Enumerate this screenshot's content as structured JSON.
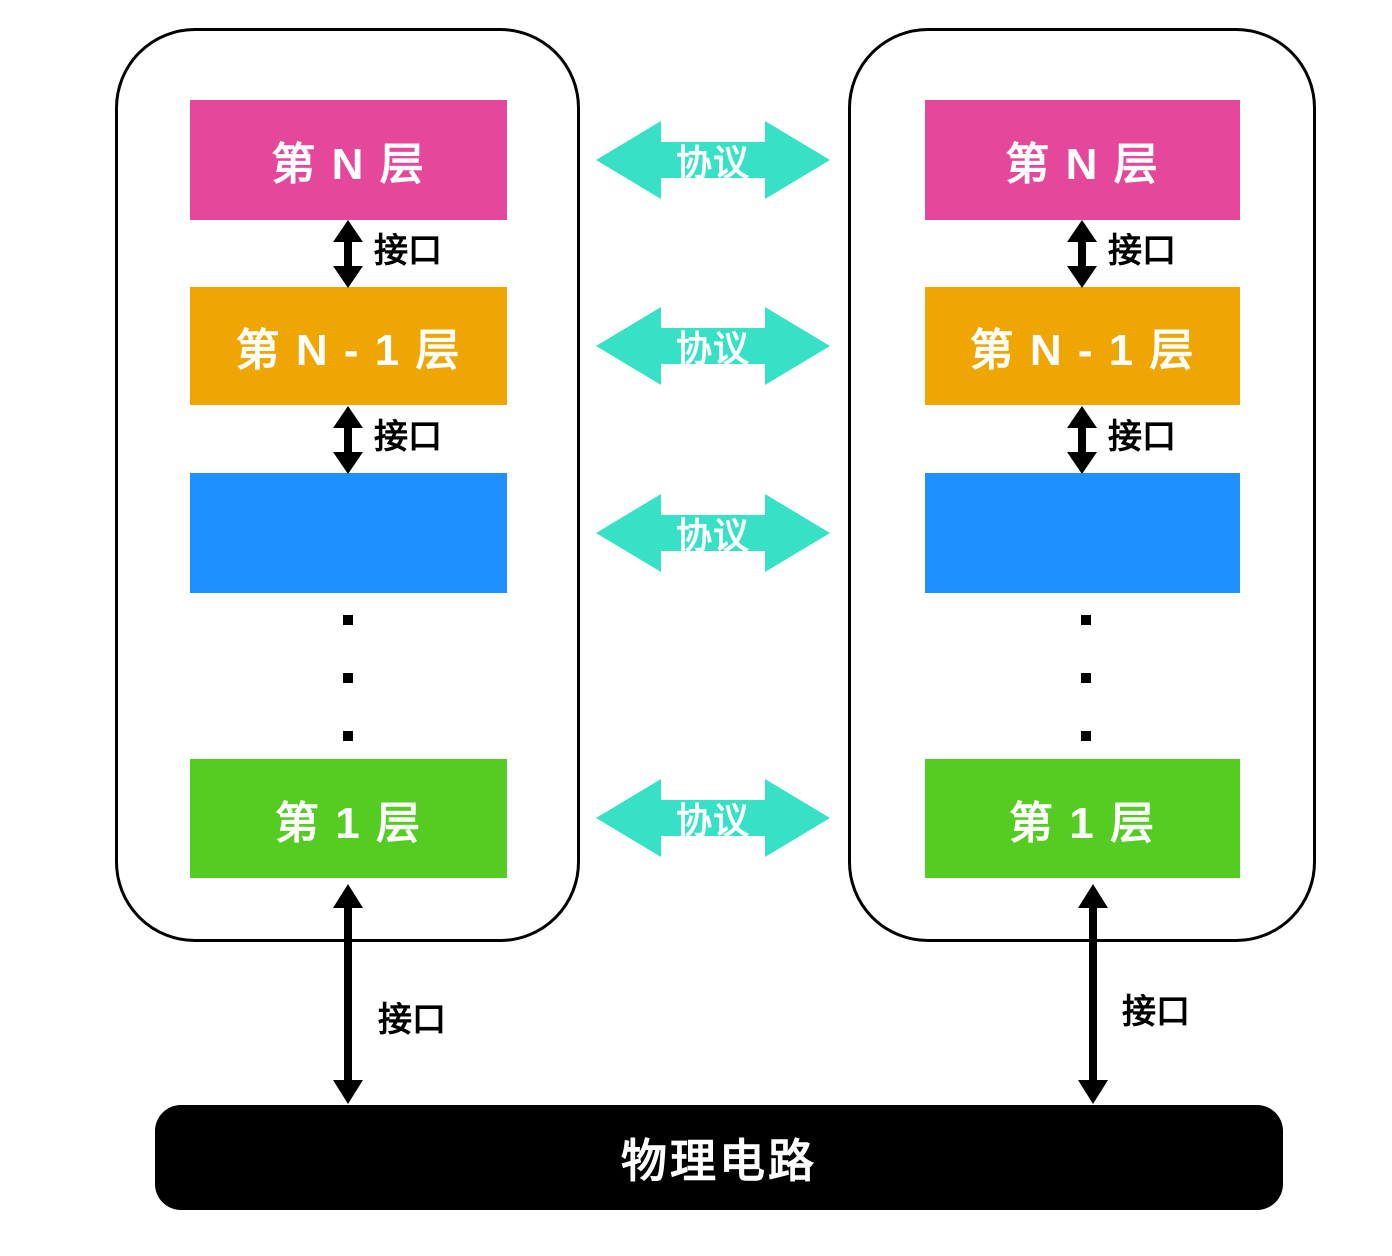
{
  "labels": {
    "interface": "接口",
    "protocol": "协议"
  },
  "physical_circuit": {
    "label": "物理电路",
    "color": "#000000"
  },
  "protocol_arrow_color": "#36E1C6",
  "interface_arrow_color": "#000000",
  "ellipsis_dots_per_stack": 3,
  "stacks": {
    "left": {
      "layers": [
        {
          "label": "第 N 层",
          "color": "#E5489A"
        },
        {
          "label": "第 N - 1 层",
          "color": "#F0A602"
        },
        {
          "label": "",
          "color": "#1E90FF"
        },
        {
          "label": "第 1 层",
          "color": "#55CC22"
        }
      ]
    },
    "right": {
      "layers": [
        {
          "label": "第 N 层",
          "color": "#E5489A"
        },
        {
          "label": "第 N - 1 层",
          "color": "#F0A602"
        },
        {
          "label": "",
          "color": "#1E90FF"
        },
        {
          "label": "第 1 层",
          "color": "#55CC22"
        }
      ]
    }
  }
}
